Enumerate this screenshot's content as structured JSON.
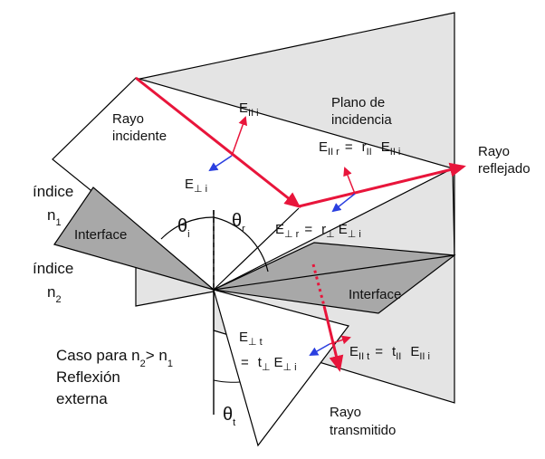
{
  "colors": {
    "plane_fill": "#e4e4e4",
    "interface_fill": "#a8a8a8",
    "ray_red": "#e8153b",
    "field_red": "#e8153b",
    "field_blue": "#2a3fe0",
    "line": "#000000"
  },
  "labels": {
    "rayo_incidente_1": "Rayo",
    "rayo_incidente_2": "incidente",
    "plano_1": "Plano de",
    "plano_2": "incidencia",
    "rayo_reflejado_1": "Rayo",
    "rayo_reflejado_2": "reflejado",
    "indice": "índice",
    "indice2": "índice",
    "n": "n",
    "n1_sub": "1",
    "n2": "n",
    "n2_sub": "2",
    "interface_left": "Interface",
    "interface_right": "Interface",
    "theta": "θ",
    "theta_i_sub": "i",
    "theta_r_sub": "r",
    "theta_t_sub": "t",
    "e_par_i": "E",
    "e_par_i_sub": "II i",
    "e_perp_i": "E",
    "e_perp_i_sub": "⊥ i",
    "e_par_r_eq": {
      "E": "E",
      "sub1": "II r",
      "eq": "=",
      "r": "r",
      "sub2": "II",
      "E2": "E",
      "sub3": "II i"
    },
    "e_perp_r_eq": {
      "E": "E",
      "sub1": "⊥ r",
      "eq": "=",
      "r": "r",
      "sub2": "⊥",
      "E2": "E",
      "sub3": "⊥ i"
    },
    "e_perp_t_1": {
      "E": "E",
      "sub1": "⊥ t"
    },
    "e_perp_t_2": {
      "eq": "=",
      "t": "t",
      "sub2": "⊥",
      "E2": "E",
      "sub3": "⊥ i"
    },
    "e_par_t_eq": {
      "E": "E",
      "sub1": "II t",
      "eq": "=",
      "t": "t",
      "sub2": "II",
      "E2": "E",
      "sub3": "II i"
    },
    "caso_1a": "Caso para n",
    "caso_1b": "2",
    "caso_1c": "> n",
    "caso_1d": "1",
    "caso_2": "Reflexión",
    "caso_3": "externa",
    "rayo_transmitido_1": "Rayo",
    "rayo_transmitido_2": "transmitido"
  }
}
